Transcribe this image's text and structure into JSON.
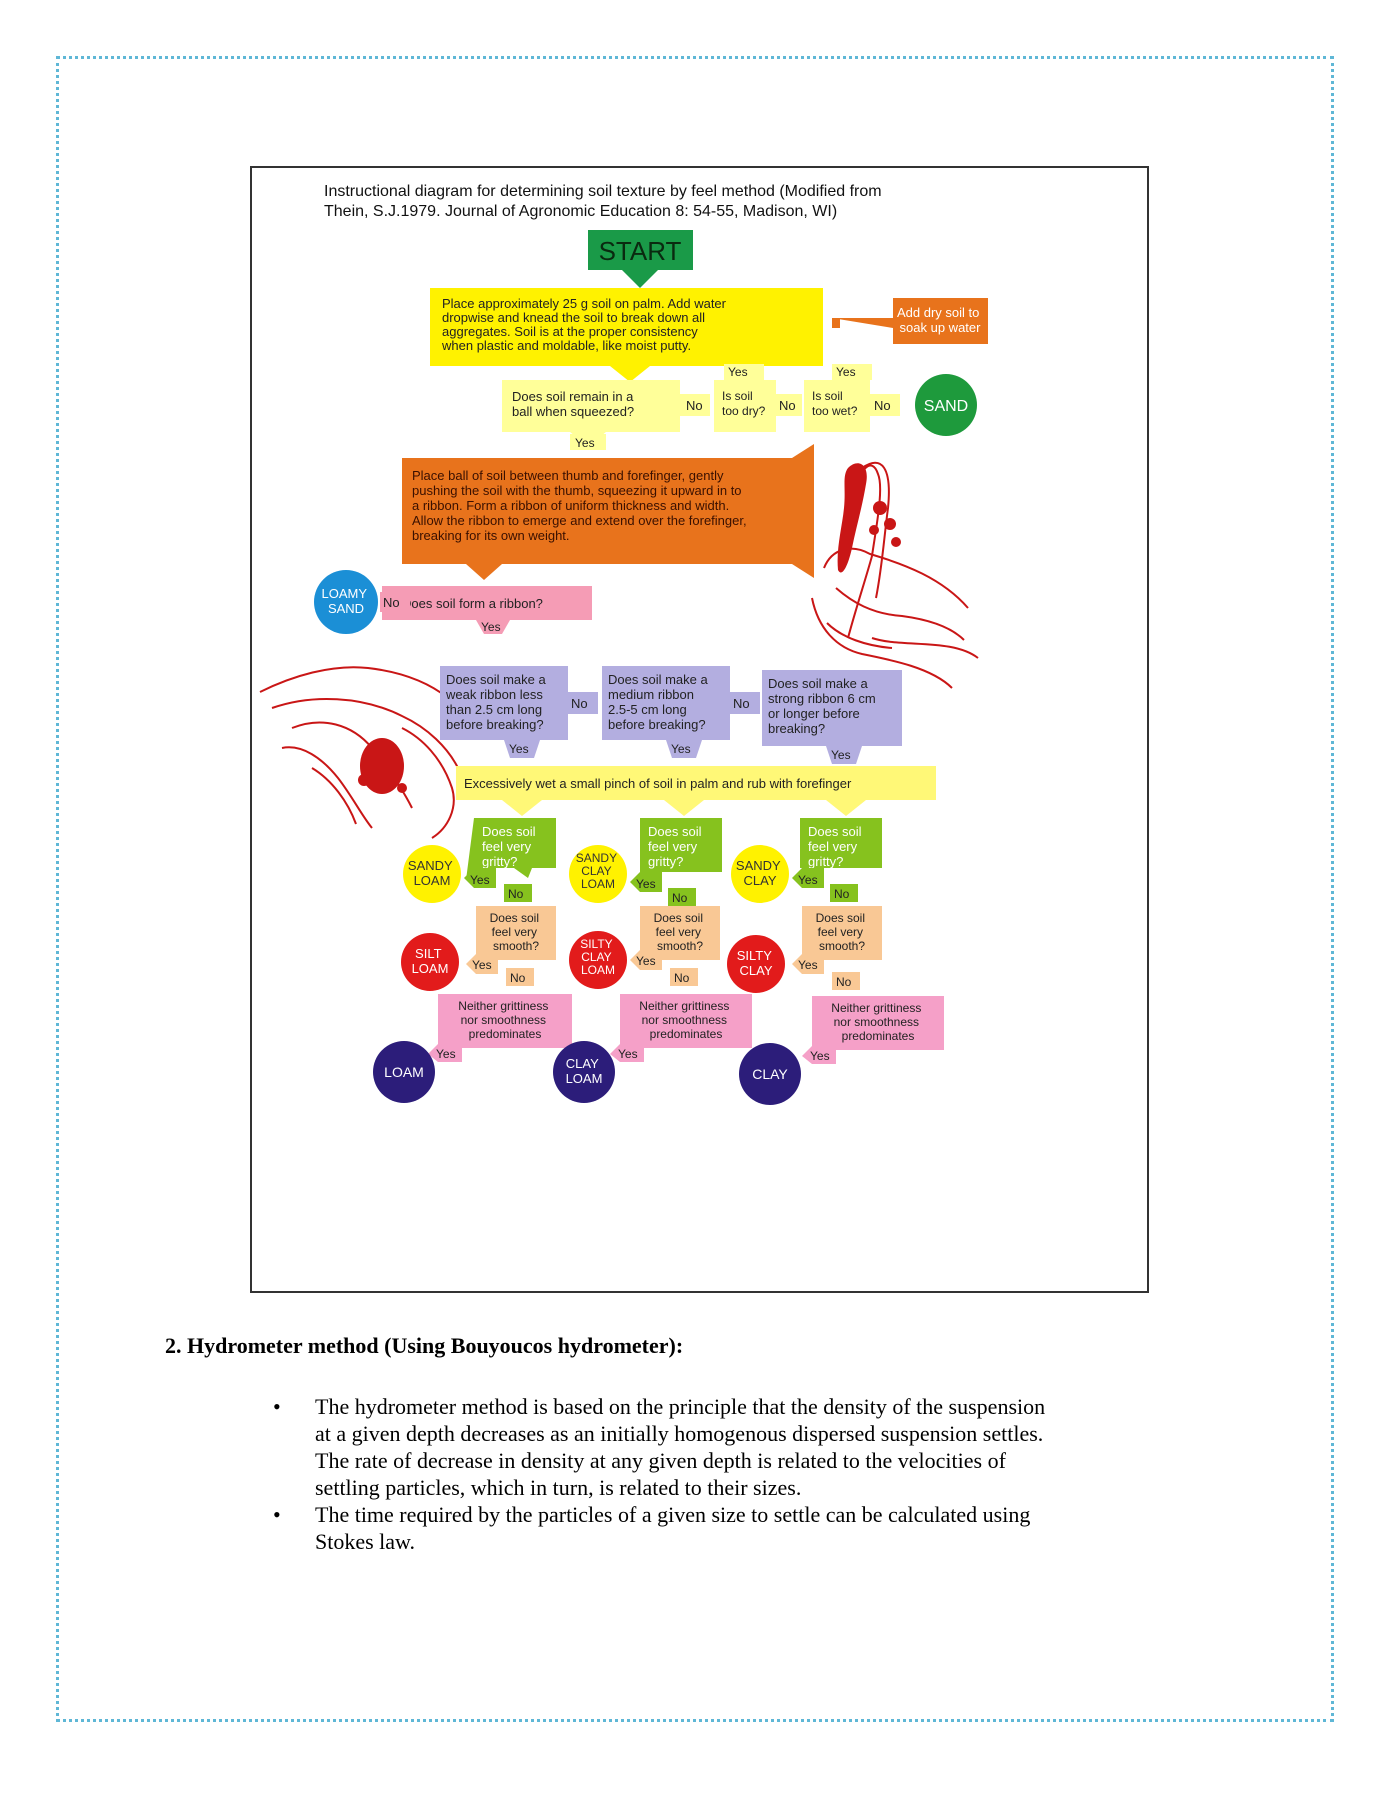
{
  "figure": {
    "title_line1": "Instructional diagram for determining soil texture by feel method (Modified from",
    "title_line2": "Thein, S.J.1979. Journal of Agronomic Education 8: 54-55, Madison, WI)",
    "start": "START",
    "step1_lines": [
      "Place approximately 25 g soil on palm.  Add water",
      "dropwise and knead the soil to break down all",
      "aggregates.   Soil is at the proper consistency",
      "when plastic and moldable, like moist putty."
    ],
    "add_dry_lines": [
      "Add dry soil to",
      "soak up water"
    ],
    "q_ball_lines": [
      "Does soil remain in a",
      "ball when squeezed?"
    ],
    "q_dry_lines": [
      "Is soil",
      "too dry?"
    ],
    "q_wet_lines": [
      "Is soil",
      "too wet?"
    ],
    "sand": "SAND",
    "ribbon_step_lines": [
      "Place ball of soil between thumb and forefinger, gently",
      "pushing the soil with the thumb, squeezing it upward in to",
      "a ribbon.  Form a ribbon of uniform thickness and width.",
      "Allow the ribbon to emerge and extend over the forefinger,",
      "breaking for its own weight."
    ],
    "q_ribbon": "Does soil form a ribbon?",
    "loamy_sand_lines": [
      "LOAMY",
      "SAND"
    ],
    "q_weak_lines": [
      "Does soil make a",
      "weak ribbon less",
      "than 2.5 cm long",
      "before breaking?"
    ],
    "q_medium_lines": [
      "Does soil make a",
      "medium  ribbon",
      "2.5-5  cm  long",
      "before breaking?"
    ],
    "q_strong_lines": [
      "Does soil make a",
      "strong ribbon 6 cm",
      "or longer before",
      "breaking?"
    ],
    "wet_pinch": "Excessively wet a small pinch of soil in palm and rub with forefinger",
    "q_gritty_lines": [
      "Does  soil",
      "feel  very",
      "gritty?"
    ],
    "q_smooth_lines": [
      "Does soil",
      "feel very",
      "smooth?"
    ],
    "q_neither_lines": [
      "Neither grittiness",
      "nor smoothness",
      "predominates"
    ],
    "sandy_loam_lines": [
      "SANDY",
      "LOAM"
    ],
    "sandy_clay_loam_lines": [
      "SANDY",
      "CLAY",
      "LOAM"
    ],
    "sandy_clay_lines": [
      "SANDY",
      "CLAY"
    ],
    "silt_loam_lines": [
      "SILT",
      "LOAM"
    ],
    "silty_clay_loam_lines": [
      "SILTY",
      "CLAY",
      "LOAM"
    ],
    "silty_clay_lines": [
      "SILTY",
      "CLAY"
    ],
    "loam": "LOAM",
    "clay_loam_lines": [
      "CLAY",
      "LOAM"
    ],
    "clay": "CLAY",
    "yes": "Yes",
    "no": "No",
    "colors": {
      "start": "#1a9a48",
      "yellow": "#fff200",
      "pale_yellow": "#ffff99",
      "orange": "#e8731c",
      "green_circle": "#1e9a3c",
      "pink": "#f59cb5",
      "pink_light": "#f5a0c8",
      "blue_circle": "#1b8fd6",
      "lavender": "#b3aee0",
      "yellow_bar": "#fff877",
      "lime": "#86c21e",
      "peach": "#f9c895",
      "yellow_circle": "#fff200",
      "red_circle": "#e21b1b",
      "navy_circle": "#2c1d7a",
      "hand": "#c91616"
    }
  },
  "section": {
    "heading": "2. Hydrometer method (Using Bouyoucos hydrometer):",
    "bullets": [
      {
        "lines": [
          "The hydrometer method is based on the principle that the density of the suspension",
          "at a given depth decreases as an initially homogenous dispersed suspension settles.",
          "The rate of decrease in density at any given depth is related to the velocities of",
          "settling particles, which in turn, is related to their sizes."
        ]
      },
      {
        "lines": [
          "The time required by the particles of a given size to settle can be calculated using",
          "Stokes law."
        ]
      }
    ],
    "bullet_symbol": "•"
  }
}
